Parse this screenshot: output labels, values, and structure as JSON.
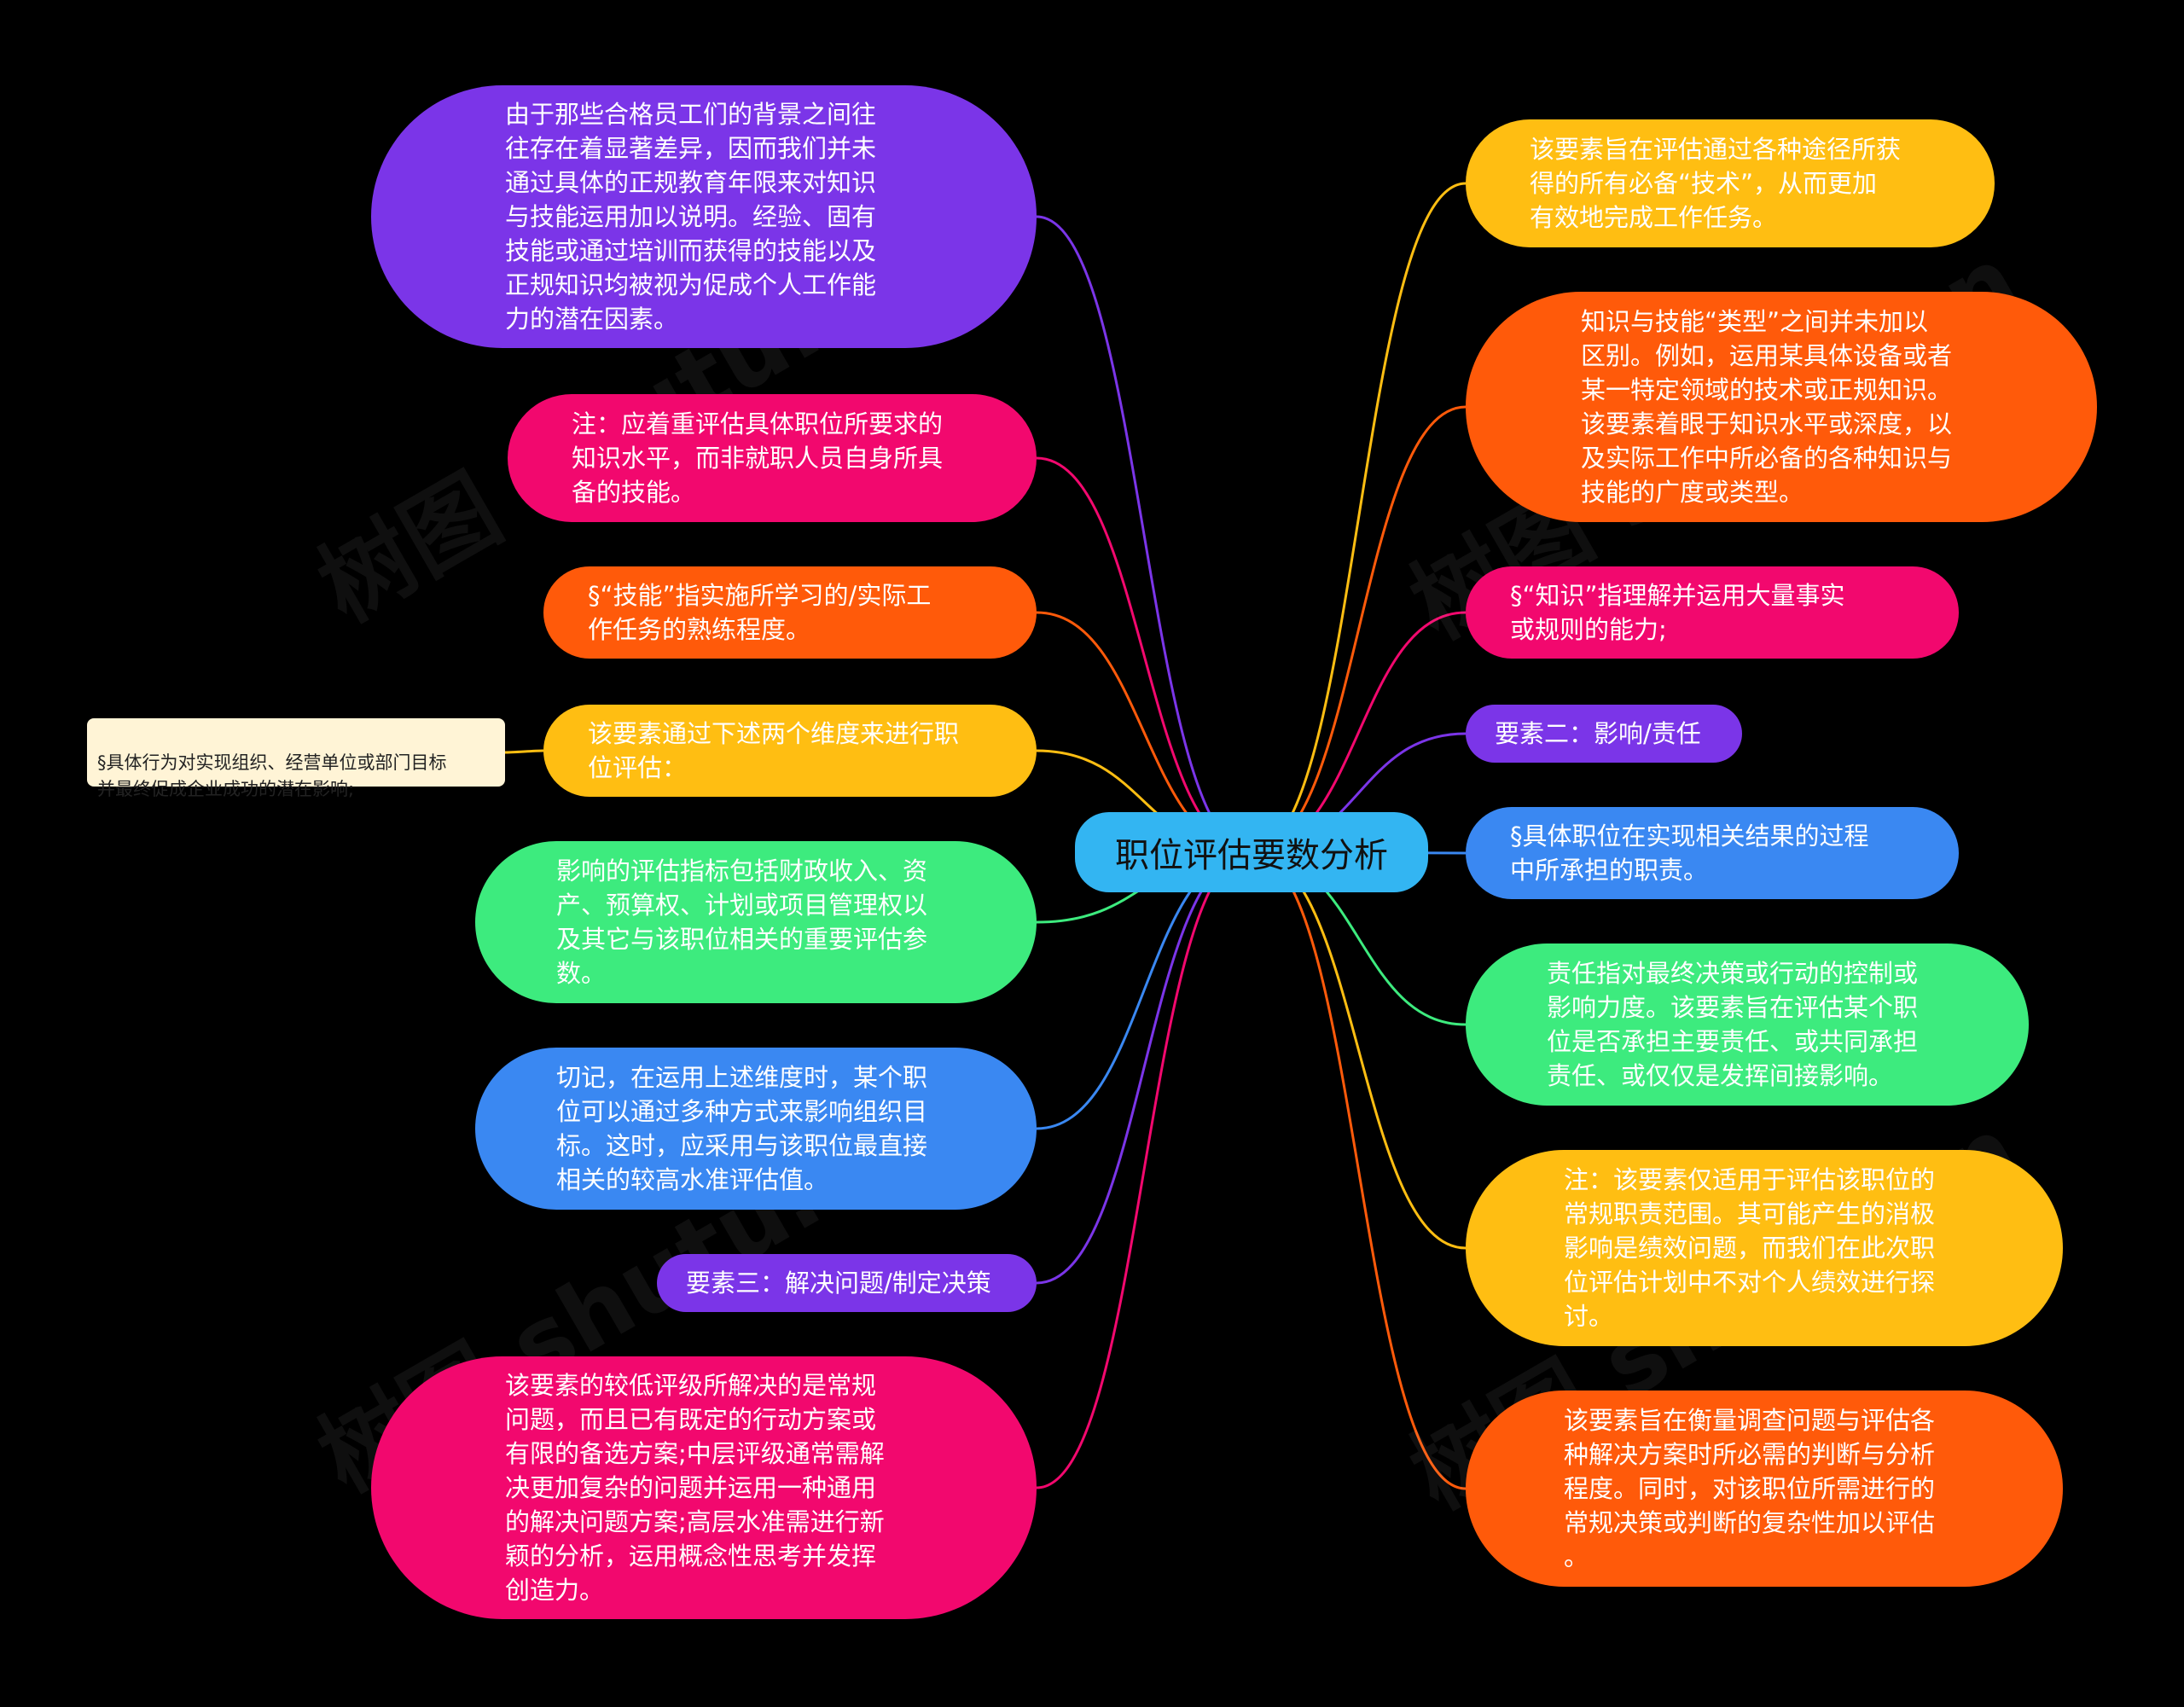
{
  "center": {
    "label": "职位评估要数分析",
    "color": "#33B5F2"
  },
  "watermark": "树图 shutu.cn",
  "left_nodes": [
    {
      "id": "L1",
      "text": "由于那些合格员工们的背景之间往\n往存在着显著差异，因而我们并未\n通过具体的正规教育年限来对知识\n与技能运用加以说明。经验、固有\n技能或通过培训而获得的技能以及\n正规知识均被视为促成个人工作能\n力的潜在因素。",
      "color": "#7B35E8"
    },
    {
      "id": "L2",
      "text": "注：应着重评估具体职位所要求的\n知识水平，而非就职人员自身所具\n备的技能。",
      "color": "#F2086E"
    },
    {
      "id": "L3",
      "text": "§“技能”指实施所学习的/实际工\n作任务的熟练程度。",
      "color": "#FF5A0A"
    },
    {
      "id": "L4",
      "text": "该要素通过下述两个维度来进行职\n位评估：",
      "color": "#FFBE12"
    },
    {
      "id": "L5",
      "text": "影响的评估指标包括财政收入、资\n产、预算权、计划或项目管理权以\n及其它与该职位相关的重要评估参\n数。",
      "color": "#3DEB7E"
    },
    {
      "id": "L6",
      "text": "切记，在运用上述维度时，某个职\n位可以通过多种方式来影响组织目\n标。这时，应采用与该职位最直接\n相关的较高水准评估值。",
      "color": "#3A88F2"
    },
    {
      "id": "L7",
      "text": "要素三：解决问题/制定决策",
      "color": "#7B35E8"
    },
    {
      "id": "L8",
      "text": "该要素的较低评级所解决的是常规\n问题，而且已有既定的行动方案或\n有限的备选方案;中层评级通常需解\n决更加复杂的问题并运用一种通用\n的解决问题方案;高层水准需进行新\n颖的分析，运用概念性思考并发挥\n创造力。",
      "color": "#F2086E"
    }
  ],
  "left_note": {
    "text": "§具体行为对实现组织、经营单位或部门目标\n并最终促成企业成功的潜在影响;",
    "color": "#FFF4D6"
  },
  "right_nodes": [
    {
      "id": "R1",
      "text": "该要素旨在评估通过各种途径所获\n得的所有必备“技术”，从而更加\n有效地完成工作任务。",
      "color": "#FFBE12"
    },
    {
      "id": "R2",
      "text": "知识与技能“类型”之间并未加以\n区别。例如，运用某具体设备或者\n某一特定领域的技术或正规知识。\n该要素着眼于知识水平或深度，以\n及实际工作中所必备的各种知识与\n技能的广度或类型。",
      "color": "#FF5A0A"
    },
    {
      "id": "R3",
      "text": "§“知识”指理解并运用大量事实\n或规则的能力;",
      "color": "#F2086E"
    },
    {
      "id": "R4",
      "text": "要素二：影响/责任",
      "color": "#7B35E8"
    },
    {
      "id": "R5",
      "text": "§具体职位在实现相关结果的过程\n中所承担的职责。",
      "color": "#3A88F2"
    },
    {
      "id": "R6",
      "text": "责任指对最终决策或行动的控制或\n影响力度。该要素旨在评估某个职\n位是否承担主要责任、或共同承担\n责任、或仅仅是发挥间接影响。",
      "color": "#3DEB7E"
    },
    {
      "id": "R7",
      "text": "注：该要素仅适用于评估该职位的\n常规职责范围。其可能产生的消极\n影响是绩效问题，而我们在此次职\n位评估计划中不对个人绩效进行探\n讨。",
      "color": "#FFBE12"
    },
    {
      "id": "R8",
      "text": "该要素旨在衡量调查问题与评估各\n种解决方案时所必需的判断与分析\n程度。同时，对该职位所需进行的\n常规决策或判断的复杂性加以评估\n。",
      "color": "#FF5A0A"
    }
  ]
}
